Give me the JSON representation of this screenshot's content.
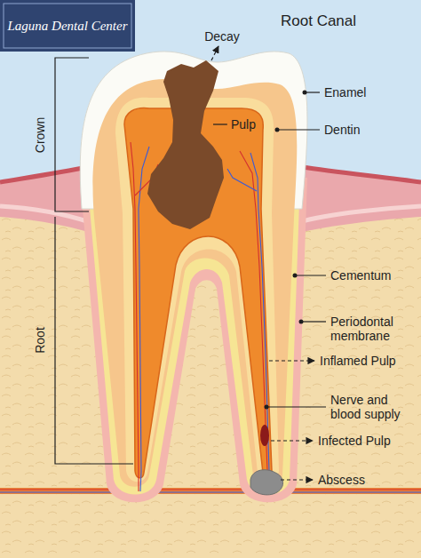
{
  "diagram": {
    "title": "Root Canal",
    "labels": [
      "Laguna Dental Center",
      "Decay",
      "Enamel",
      "Dentin",
      "Pulp",
      "Crown",
      "Root",
      "Cementum",
      "Periodontal membrane",
      "Inflamed Pulp",
      "Nerve and blood supply",
      "Infected Pulp",
      "Abscess"
    ]
  }
}
